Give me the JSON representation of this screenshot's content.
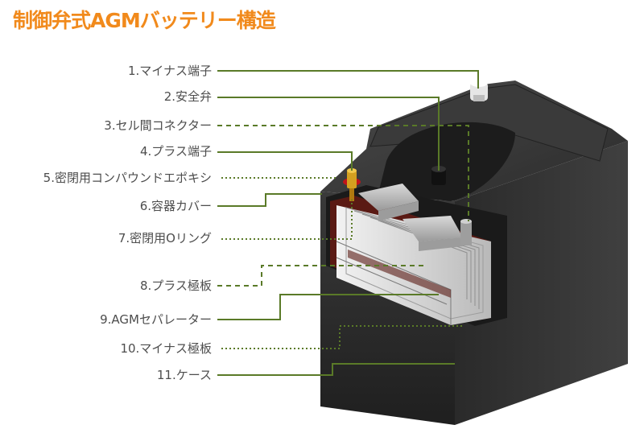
{
  "title": "制御弁式AGMバッテリー構造",
  "colors": {
    "title": "#f18a1c",
    "leader": "#5a7a28",
    "label_text": "#4d4d4d",
    "case_dark": "#2e2e2e",
    "positive_terminal": "#d4a020",
    "sealing_compound": "#c0141a"
  },
  "parts": [
    {
      "label": "1.マイナス端子",
      "line_style": "solid"
    },
    {
      "label": "2.安全弁",
      "line_style": "solid"
    },
    {
      "label": "3.セル間コネクター",
      "line_style": "dashed"
    },
    {
      "label": "4.プラス端子",
      "line_style": "solid"
    },
    {
      "label": "5.密閉用コンパウンドエポキシ",
      "line_style": "dotted"
    },
    {
      "label": "6.容器カバー",
      "line_style": "solid"
    },
    {
      "label": "7.密閉用Oリング",
      "line_style": "dotted"
    },
    {
      "label": "8.プラス極板",
      "line_style": "dashed"
    },
    {
      "label": "9.AGMセパレーター",
      "line_style": "solid"
    },
    {
      "label": "10.マイナス極板",
      "line_style": "dotted"
    },
    {
      "label": "11.ケース",
      "line_style": "solid"
    }
  ]
}
